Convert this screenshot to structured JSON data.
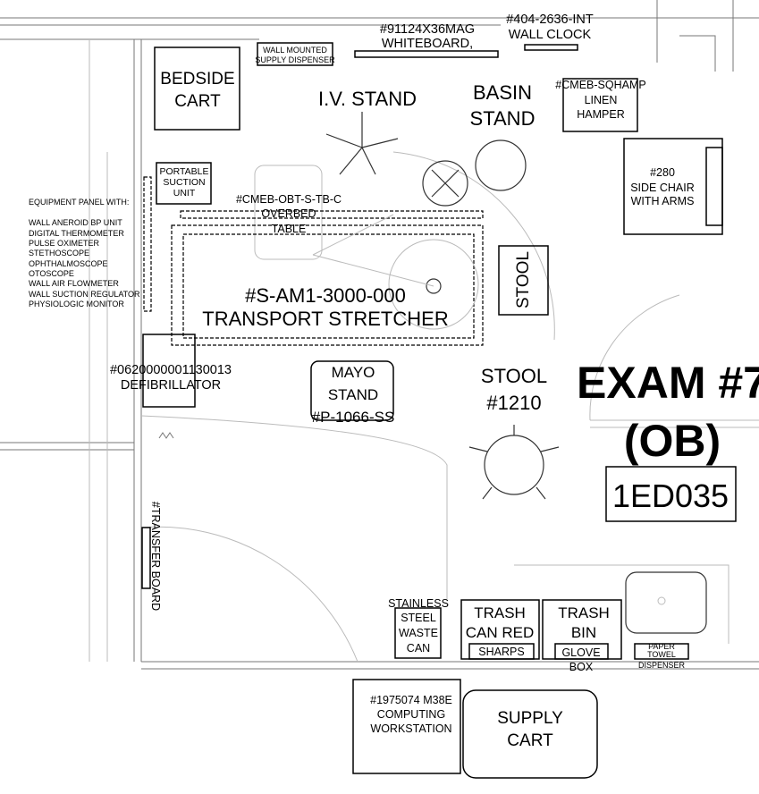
{
  "room": {
    "title": "EXAM #7",
    "subtitle": "(OB)",
    "number": "1ED035"
  },
  "labels": {
    "bedside_cart": [
      "BEDSIDE",
      "CART"
    ],
    "supply_dispenser": [
      "WALL MOUNTED",
      "SUPPLY DISPENSER"
    ],
    "whiteboard": [
      "#91124X36MAG",
      "WHITEBOARD,"
    ],
    "wall_clock": [
      "#404-2636-INT",
      "WALL CLOCK"
    ],
    "iv_stand": "I.V. STAND",
    "basin_stand": [
      "BASIN",
      "STAND"
    ],
    "linen_hamper": [
      "#CMEB-SQHAMP",
      "LINEN",
      "HAMPER"
    ],
    "side_chair": [
      "#280",
      "SIDE CHAIR",
      "WITH ARMS"
    ],
    "suction_unit": [
      "PORTABLE",
      "SUCTION",
      "UNIT"
    ],
    "equipment_panel": {
      "header": "EQUIPMENT PANEL WITH:",
      "items": [
        "WALL ANEROID BP UNIT",
        "DIGITAL THERMOMETER",
        "PULSE OXIMETER",
        "STETHOSCOPE",
        "OPHTHALMOSCOPE",
        "OTOSCOPE",
        "WALL AIR FLOWMETER",
        "WALL SUCTION REGULATOR",
        "PHYSIOLOGIC MONITOR"
      ]
    },
    "overbed_table": [
      "#CMEB-OBT-S-TB-C",
      "OVERBED",
      "TABLE"
    ],
    "stretcher": [
      "#S-AM1-3000-000",
      "TRANSPORT STRETCHER"
    ],
    "stool_box": "STOOL",
    "defibrillator": [
      "#0620000001130013",
      "DEFIBRILLATOR"
    ],
    "mayo_stand": [
      "MAYO",
      "STAND",
      "#P-1066-SS"
    ],
    "stool": [
      "STOOL",
      "#1210"
    ],
    "transfer_board": "#TRANSFER BOARD",
    "waste_can": [
      "STAINLESS",
      "STEEL",
      "WASTE",
      "CAN"
    ],
    "trash_red": [
      "TRASH",
      "CAN RED"
    ],
    "sharps": "SHARPS",
    "trash_bin": [
      "TRASH",
      "BIN"
    ],
    "glove_box": [
      "GLOVE",
      "BOX"
    ],
    "paper_towel": [
      "PAPER",
      "TOWEL",
      "DISPENSER"
    ],
    "workstation": [
      "#1975074 M38E",
      "COMPUTING",
      "WORKSTATION"
    ],
    "supply_cart": [
      "SUPPLY",
      "CART"
    ]
  }
}
